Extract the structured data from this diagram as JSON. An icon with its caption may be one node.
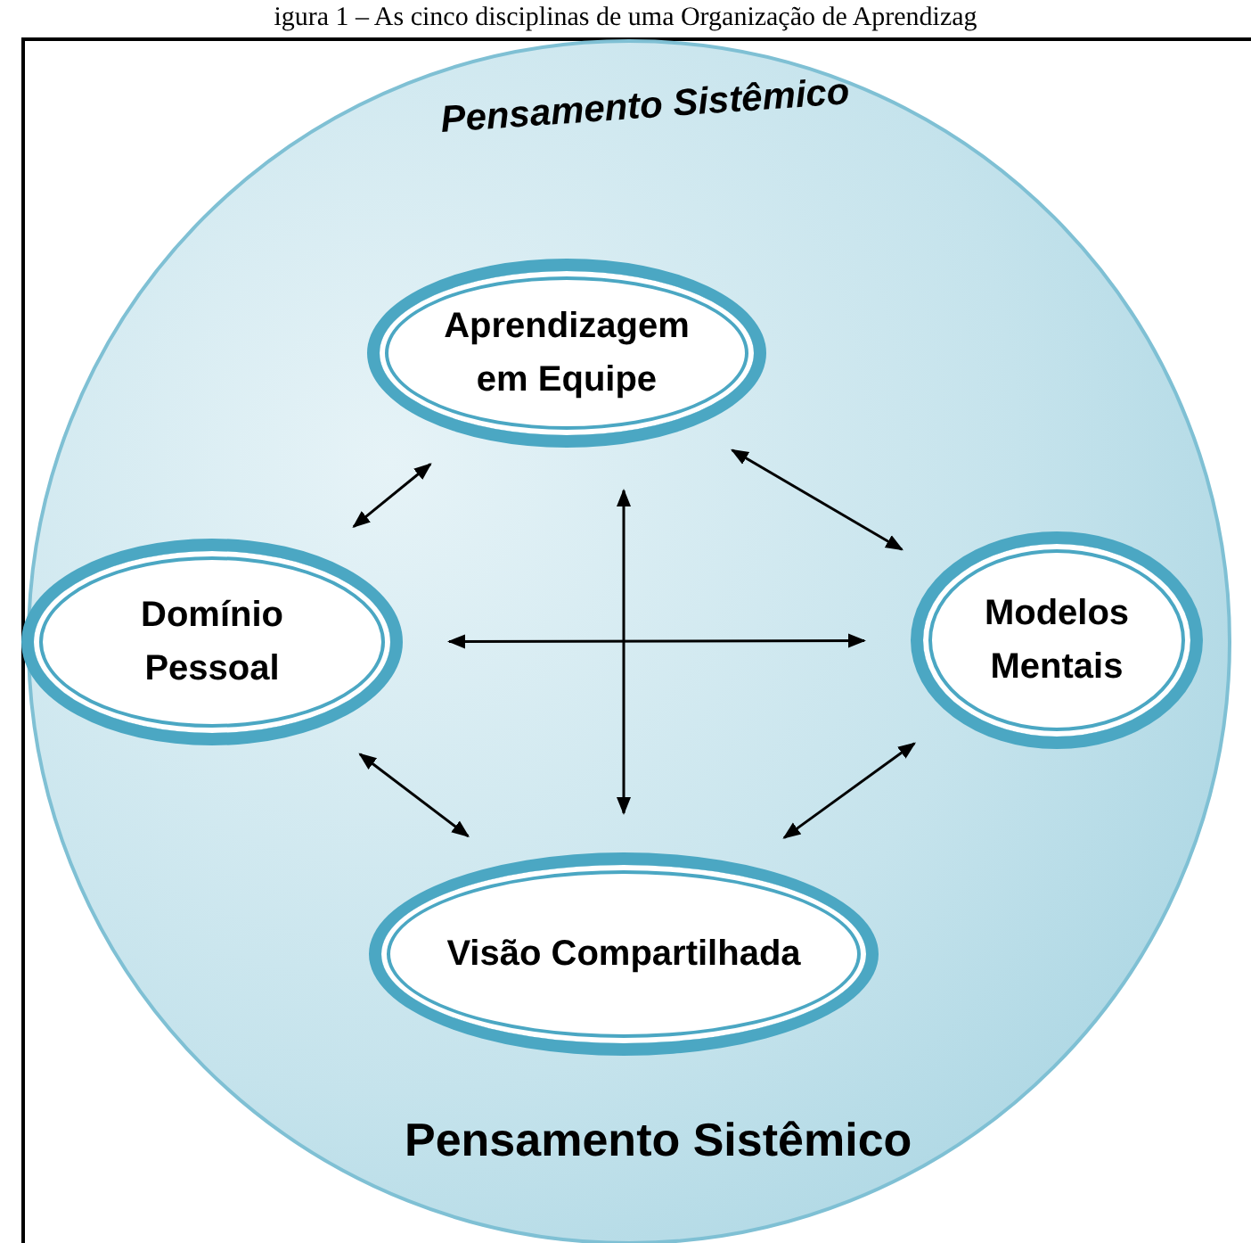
{
  "diagram": {
    "caption": "igura 1 – As cinco disciplinas de uma Organização de Aprendizag",
    "nodes": [
      {
        "text": [
          "Pensamento Sistêmico",
          "Pensamento Sistêmico"
        ]
      },
      {
        "text": [
          "Aprendizagem em Equipe"
        ],
        "in": 0
      },
      {
        "text": [
          "Domínio Pessoal"
        ],
        "in": 0
      },
      {
        "text": [
          "Modelos Mentais"
        ],
        "in": 0
      },
      {
        "text": [
          "Visão Compartilhada"
        ],
        "in": 0
      }
    ],
    "edges": [
      {
        "from": 1,
        "to": 2,
        "arrow": "both"
      },
      {
        "from": 1,
        "to": 3,
        "arrow": "both"
      },
      {
        "from": 2,
        "to": 3,
        "arrow": "both"
      },
      {
        "from": 1,
        "to": 4,
        "arrow": "both"
      },
      {
        "from": 2,
        "to": 4,
        "arrow": "both"
      },
      {
        "from": 3,
        "to": 4,
        "arrow": "both"
      }
    ]
  }
}
